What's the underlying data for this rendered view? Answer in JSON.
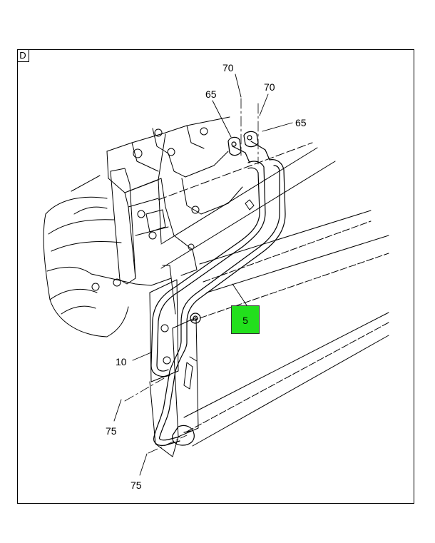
{
  "section_label": "D",
  "callouts": {
    "c70a": "70",
    "c70b": "70",
    "c65a": "65",
    "c65b": "65",
    "c5": "5",
    "c10": "10",
    "c75a": "75",
    "c75b": "75"
  },
  "colors": {
    "highlight": "#22e01c",
    "line": "#000000",
    "background": "#ffffff"
  }
}
